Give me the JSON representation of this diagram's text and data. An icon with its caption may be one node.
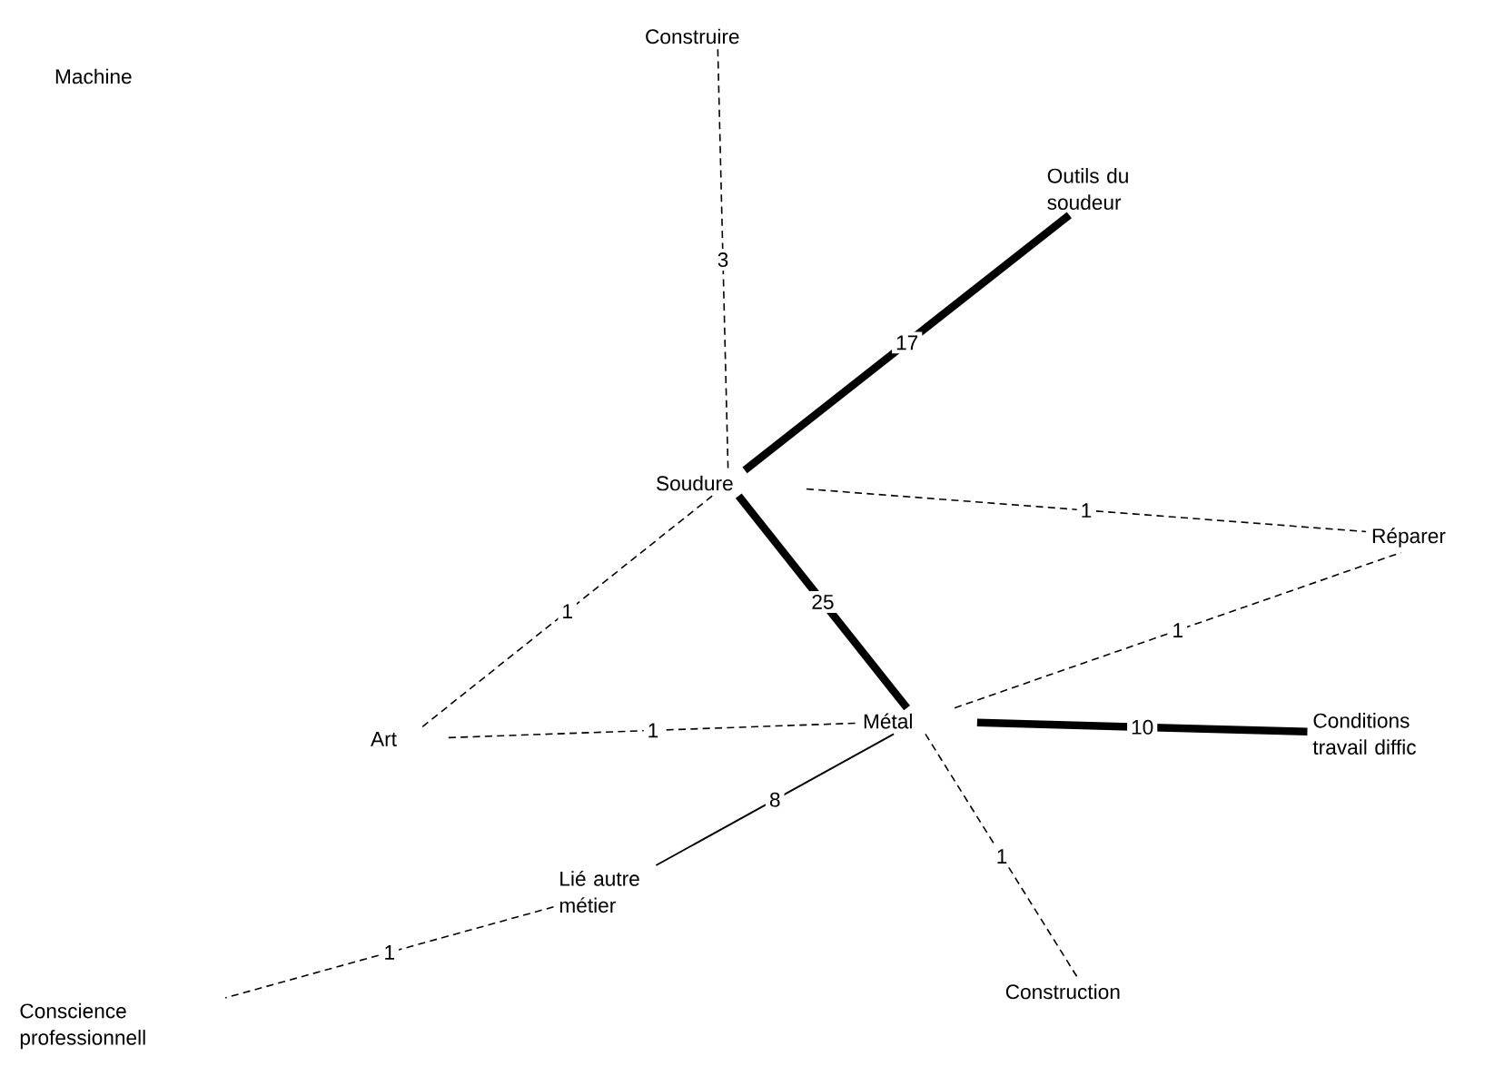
{
  "diagram": {
    "nodes": [
      {
        "text": [
          "Machine"
        ]
      },
      {
        "text": [
          "Construire"
        ]
      },
      {
        "text": [
          "Outils du soudeur"
        ]
      },
      {
        "text": [
          "Soudure"
        ]
      },
      {
        "text": [
          "Réparer"
        ]
      },
      {
        "text": [
          "Art"
        ]
      },
      {
        "text": [
          "Métal"
        ]
      },
      {
        "text": [
          "Conditions travail diffic"
        ]
      },
      {
        "text": [
          "Lié autre métier"
        ]
      },
      {
        "text": [
          "Construction"
        ]
      },
      {
        "text": [
          "Conscience professionnell"
        ]
      }
    ],
    "edges": [
      {
        "from": 1,
        "to": 3,
        "arrow": "none",
        "label": "3",
        "style": "dashed"
      },
      {
        "from": 3,
        "to": 2,
        "arrow": "none",
        "label": "17",
        "style": "thick"
      },
      {
        "from": 3,
        "to": 4,
        "arrow": "none",
        "label": "1",
        "style": "dashed"
      },
      {
        "from": 3,
        "to": 5,
        "arrow": "none",
        "label": "1",
        "style": "dashed"
      },
      {
        "from": 3,
        "to": 6,
        "arrow": "none",
        "label": "25",
        "style": "thick"
      },
      {
        "from": 6,
        "to": 4,
        "arrow": "none",
        "label": "1",
        "style": "dashed"
      },
      {
        "from": 5,
        "to": 6,
        "arrow": "none",
        "label": "1",
        "style": "dashed"
      },
      {
        "from": 6,
        "to": 7,
        "arrow": "none",
        "label": "10",
        "style": "thick"
      },
      {
        "from": 6,
        "to": 8,
        "arrow": "none",
        "label": "8"
      },
      {
        "from": 6,
        "to": 9,
        "arrow": "none",
        "label": "1",
        "style": "dashed"
      },
      {
        "from": 8,
        "to": 10,
        "arrow": "none",
        "label": "1",
        "style": "dashed"
      }
    ]
  }
}
